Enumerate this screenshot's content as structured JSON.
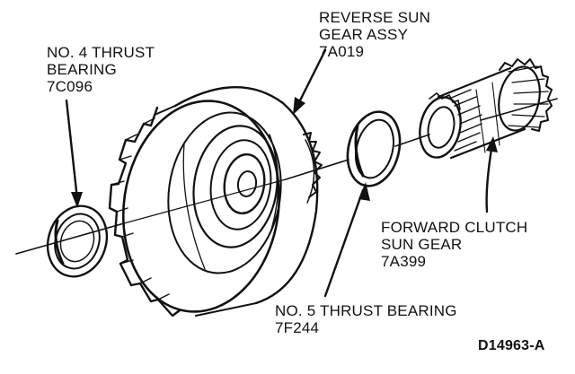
{
  "labels": {
    "reverse_sun_gear": {
      "name": "REVERSE SUN",
      "name2": "GEAR ASSY",
      "part": "7A019"
    },
    "thrust_bearing_4": {
      "name": "NO. 4 THRUST",
      "name2": "BEARING",
      "part": "7C096"
    },
    "forward_clutch": {
      "name": "FORWARD CLUTCH",
      "name2": "SUN GEAR",
      "part": "7A399"
    },
    "thrust_bearing_5": {
      "name": "NO. 5 THRUST BEARING",
      "part": "7F244"
    }
  },
  "figure_id": "D14963-A"
}
